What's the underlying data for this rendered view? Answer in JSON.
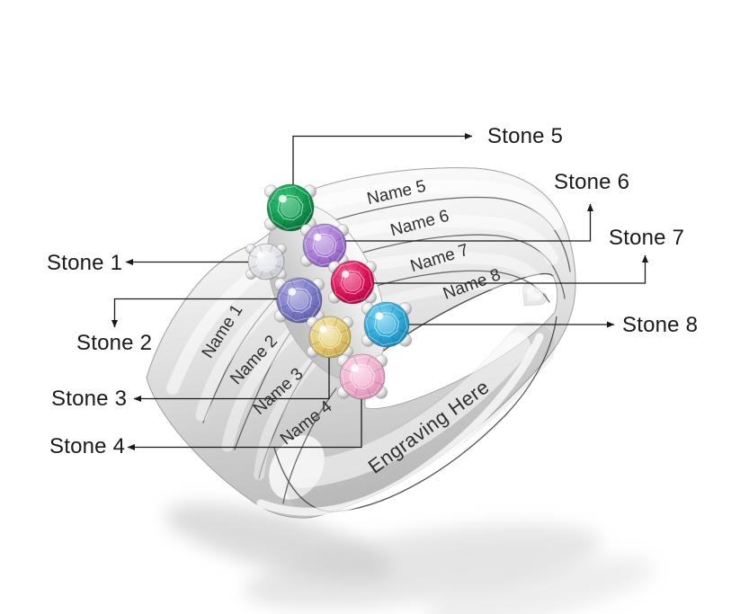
{
  "scene": {
    "background": "#ffffff",
    "metal_light": "#ffffff",
    "metal_mid": "#e2e2e2",
    "metal_dark": "#c0c0c0",
    "engraving_ink": "#2f2f2f",
    "annotation_ink": "#1a1a1a",
    "shadow": "#c3c3c3"
  },
  "callouts": [
    {
      "id": 1,
      "label": "Stone 1"
    },
    {
      "id": 2,
      "label": "Stone 2"
    },
    {
      "id": 3,
      "label": "Stone 3"
    },
    {
      "id": 4,
      "label": "Stone 4"
    },
    {
      "id": 5,
      "label": "Stone 5"
    },
    {
      "id": 6,
      "label": "Stone 6"
    },
    {
      "id": 7,
      "label": "Stone 7"
    },
    {
      "id": 8,
      "label": "Stone 8"
    }
  ],
  "band_engravings": [
    {
      "id": 1,
      "label": "Name 1"
    },
    {
      "id": 2,
      "label": "Name 2"
    },
    {
      "id": 3,
      "label": "Name 3"
    },
    {
      "id": 4,
      "label": "Name 4"
    },
    {
      "id": 5,
      "label": "Name 5"
    },
    {
      "id": 6,
      "label": "Name 6"
    },
    {
      "id": 7,
      "label": "Name 7"
    },
    {
      "id": 8,
      "label": "Name 8"
    }
  ],
  "inner_engraving": {
    "label": "Engraving Here"
  },
  "stones": [
    {
      "id": 1,
      "callout": "Stone 1",
      "color_name": "clear-white",
      "light": "#f7f7f9",
      "base": "#dfe0e6",
      "dark": "#b4b5bf"
    },
    {
      "id": 2,
      "callout": "Stone 2",
      "color_name": "blue-violet",
      "light": "#b1afe0",
      "base": "#7b7ac7",
      "dark": "#525195"
    },
    {
      "id": 3,
      "callout": "Stone 3",
      "color_name": "yellow",
      "light": "#f6edc2",
      "base": "#e2c96e",
      "dark": "#b8983f"
    },
    {
      "id": 4,
      "callout": "Stone 4",
      "color_name": "pink",
      "light": "#fbddec",
      "base": "#efafce",
      "dark": "#d083ac"
    },
    {
      "id": 5,
      "callout": "Stone 5",
      "color_name": "green",
      "light": "#3dc77a",
      "base": "#129a51",
      "dark": "#07582f"
    },
    {
      "id": 6,
      "callout": "Stone 6",
      "color_name": "purple",
      "light": "#cfafeb",
      "base": "#a77cd5",
      "dark": "#7a4bad"
    },
    {
      "id": 7,
      "callout": "Stone 7",
      "color_name": "red-pink",
      "light": "#f4689c",
      "base": "#dc1257",
      "dark": "#9a0a3e"
    },
    {
      "id": 8,
      "callout": "Stone 8",
      "color_name": "aqua-blue",
      "light": "#88dbf4",
      "base": "#2fa8d7",
      "dark": "#157aa8"
    }
  ]
}
